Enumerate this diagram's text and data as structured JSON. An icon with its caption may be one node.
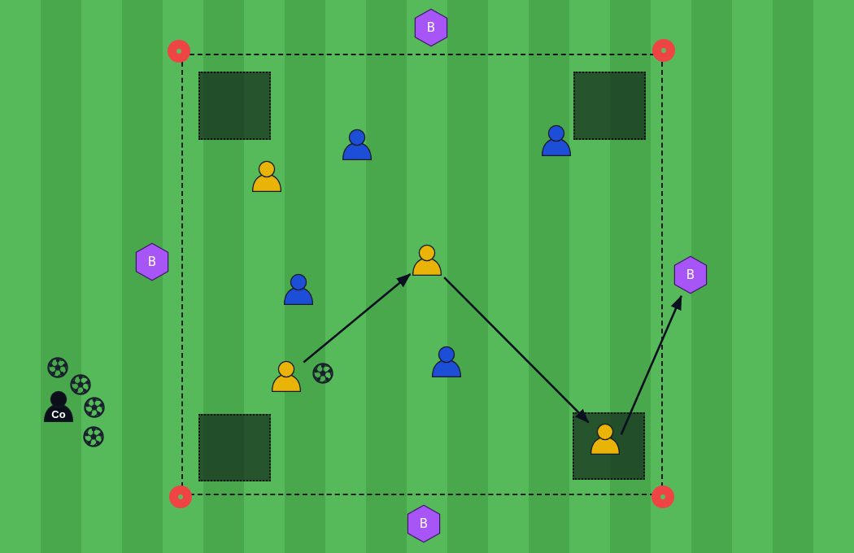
{
  "diagram": {
    "nodes": [
      {
        "text": [
          "B"
        ]
      },
      {
        "text": [],
        "shape": "box"
      },
      {
        "text": [],
        "shape": "box",
        "in": 1
      },
      {
        "text": [],
        "shape": "box",
        "in": 1
      },
      {
        "text": [],
        "shape": "person",
        "in": 1
      },
      {
        "text": [],
        "shape": "person",
        "in": 1
      },
      {
        "text": [],
        "shape": "person",
        "in": 1
      },
      {
        "text": [
          "B"
        ]
      },
      {
        "text": [],
        "shape": "person",
        "in": 1
      },
      {
        "text": [
          "B"
        ]
      },
      {
        "text": [],
        "shape": "person",
        "in": 1
      },
      {
        "text": [],
        "shape": "person",
        "in": 1
      },
      {
        "text": [],
        "shape": "person",
        "in": 1
      },
      {
        "text": [
          "Co"
        ]
      },
      {
        "text": [],
        "shape": "box",
        "in": 1
      },
      {
        "text": [],
        "shape": "box",
        "in": 1
      },
      {
        "text": [],
        "shape": "person",
        "in": 15
      },
      {
        "text": [
          "B"
        ]
      }
    ],
    "edges": [
      {
        "from": 12,
        "to": 8,
        "arrow": "to"
      },
      {
        "from": 8,
        "to": 16,
        "arrow": "to"
      },
      {
        "from": 16,
        "to": 9,
        "arrow": "to"
      }
    ]
  }
}
